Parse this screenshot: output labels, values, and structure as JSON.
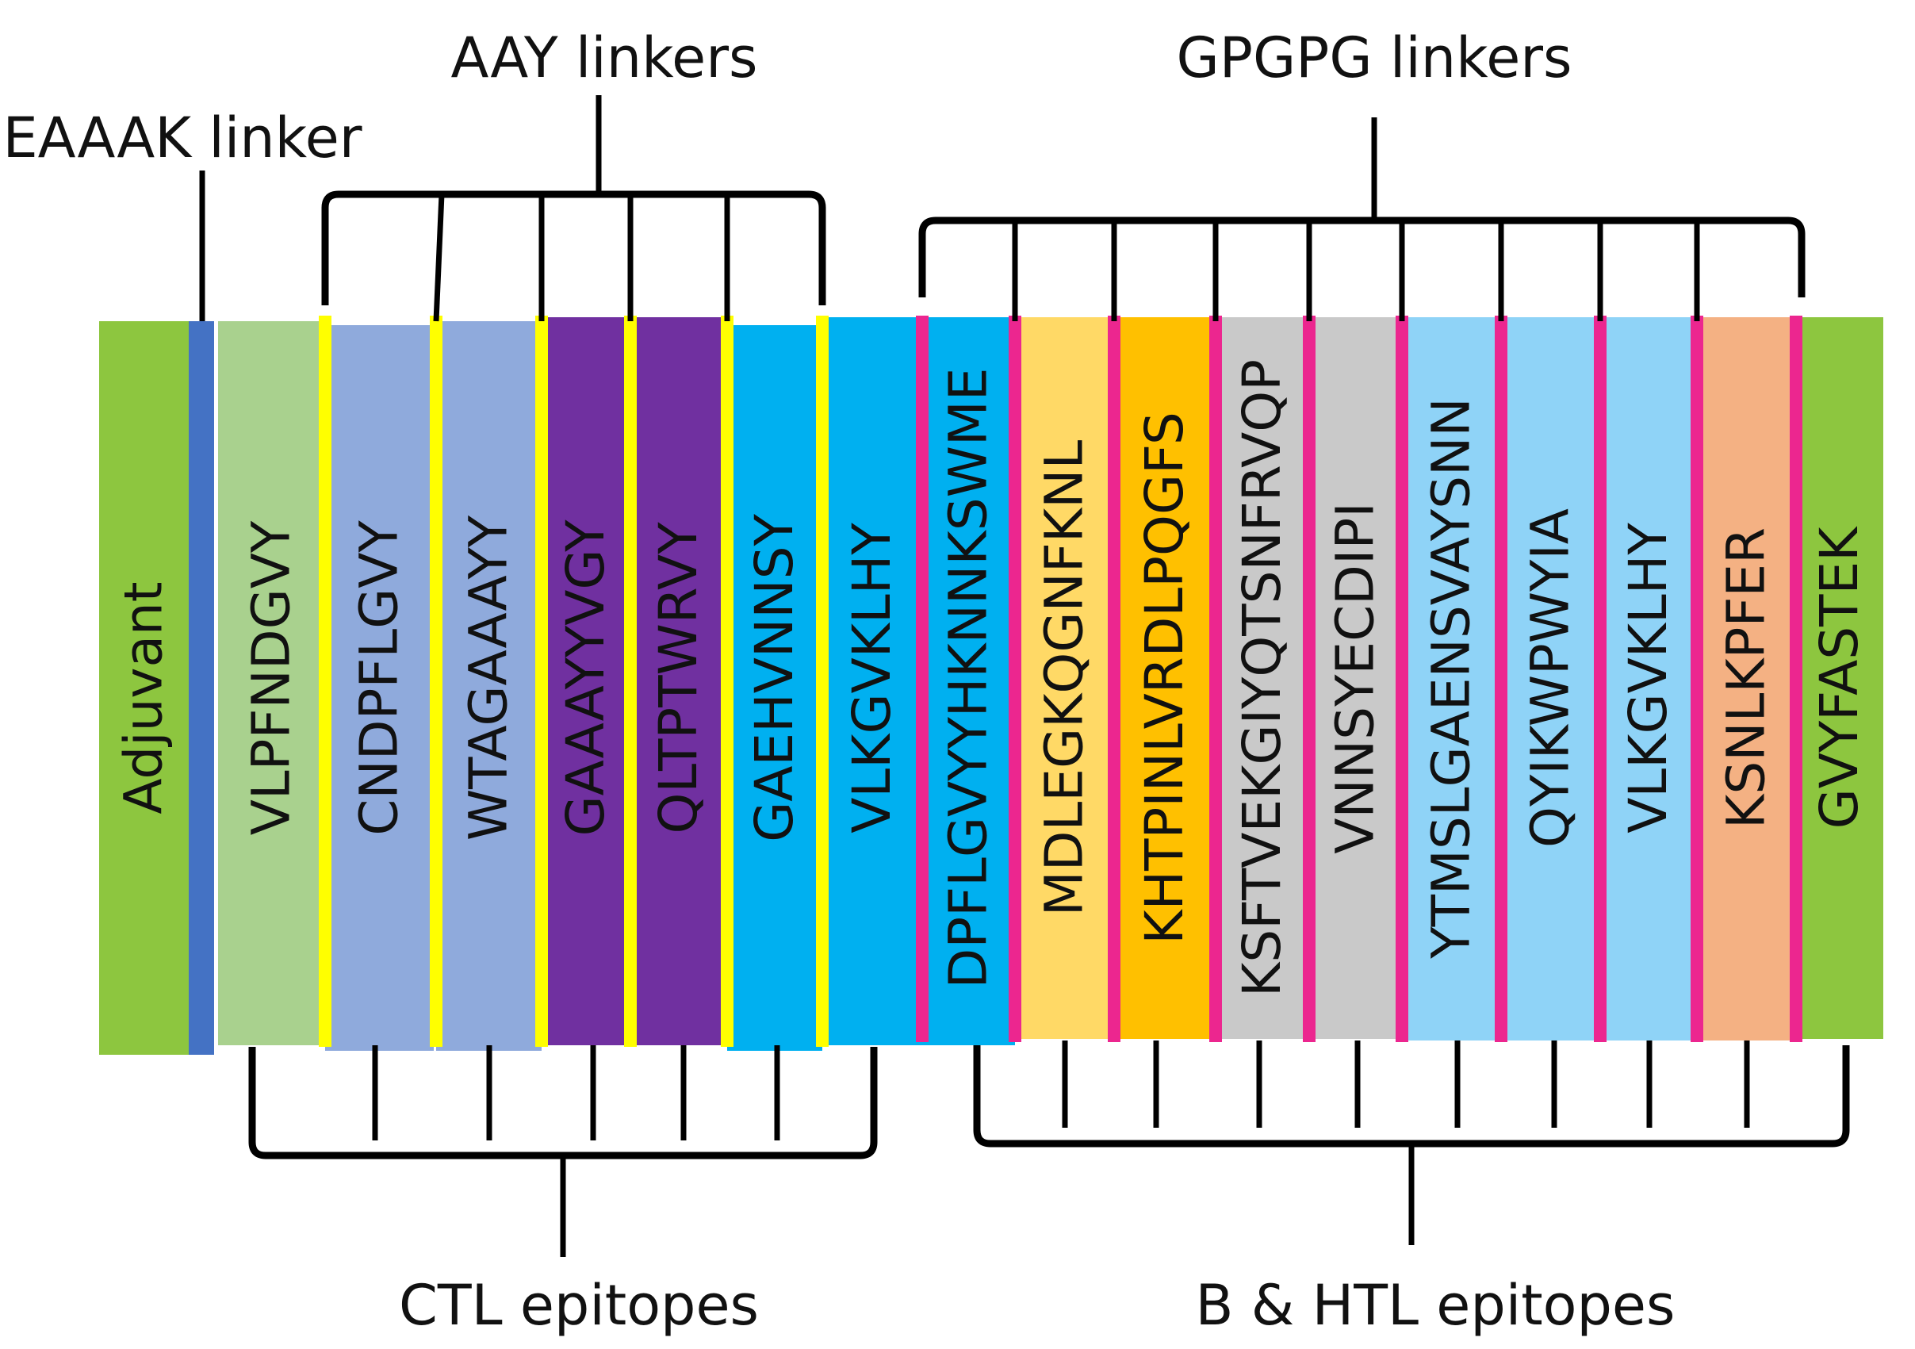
{
  "labels": {
    "aay_linkers": "AAY linkers",
    "eaaak_linker": "EAAAK linker",
    "gpgpg_linkers": "GPGPG linkers",
    "ctl_epitopes": "CTL epitopes",
    "b_htl_epitopes": "B & HTL epitopes"
  },
  "colors": {
    "adjuvant": "#8dc63f",
    "eaaak_linker": "#4472c4",
    "aay_linker": "#ffff00",
    "gpgpg_linker": "#ec268f",
    "ctl_light_green": "#a9d18e",
    "ctl_periwinkle": "#8faadc",
    "ctl_purple": "#7030a0",
    "ctl_cyan": "#00b0f0",
    "htl_gold_light": "#ffd966",
    "htl_gold": "#ffc000",
    "htl_gray": "#c9c9c9",
    "htl_sky": "#8fd3f7",
    "htl_salmon": "#f4b183",
    "terminal_green": "#8dc63f"
  },
  "segments": [
    {
      "text": "Adjuvant",
      "group": "adjuvant",
      "color": "#8dc63f"
    },
    {
      "text": "",
      "group": "eaaak-linker",
      "color": "#4472c4"
    },
    {
      "text": "VLPFNDGVY",
      "group": "ctl",
      "color": "#a9d18e"
    },
    {
      "text": "CNDPFLGVY",
      "group": "ctl",
      "color": "#8faadc"
    },
    {
      "text": "WTAGAAAYY",
      "group": "ctl",
      "color": "#8faadc"
    },
    {
      "text": "GAAAYYVGY",
      "group": "ctl",
      "color": "#7030a0"
    },
    {
      "text": "QLTPTWRVY",
      "group": "ctl",
      "color": "#7030a0"
    },
    {
      "text": "GAEHVNNSY",
      "group": "ctl",
      "color": "#00b0f0"
    },
    {
      "text": "VLKGVKLHY",
      "group": "ctl",
      "color": "#00b0f0"
    },
    {
      "text": "DPFLGVYYHKNNKSWME",
      "group": "htl",
      "color": "#00b0f0"
    },
    {
      "text": "MDLEGKQGNFKNL",
      "group": "htl",
      "color": "#ffd966"
    },
    {
      "text": "KHTPINLVRDLPQGFS",
      "group": "htl",
      "color": "#ffc000"
    },
    {
      "text": "KSFTVEKGIYQTSNFRVQP",
      "group": "htl",
      "color": "#c9c9c9"
    },
    {
      "text": "VNNSYECDIPI",
      "group": "htl",
      "color": "#c9c9c9"
    },
    {
      "text": "YTMSLGAENSVAYSNN",
      "group": "htl",
      "color": "#8fd3f7"
    },
    {
      "text": "QYIKWPWYIA",
      "group": "htl",
      "color": "#8fd3f7"
    },
    {
      "text": "VLKGVKLHY",
      "group": "htl",
      "color": "#8fd3f7"
    },
    {
      "text": "KSNLKPFER",
      "group": "htl",
      "color": "#f4b183"
    },
    {
      "text": "GVYFASTEK",
      "group": "htl",
      "color": "#8dc63f"
    }
  ]
}
